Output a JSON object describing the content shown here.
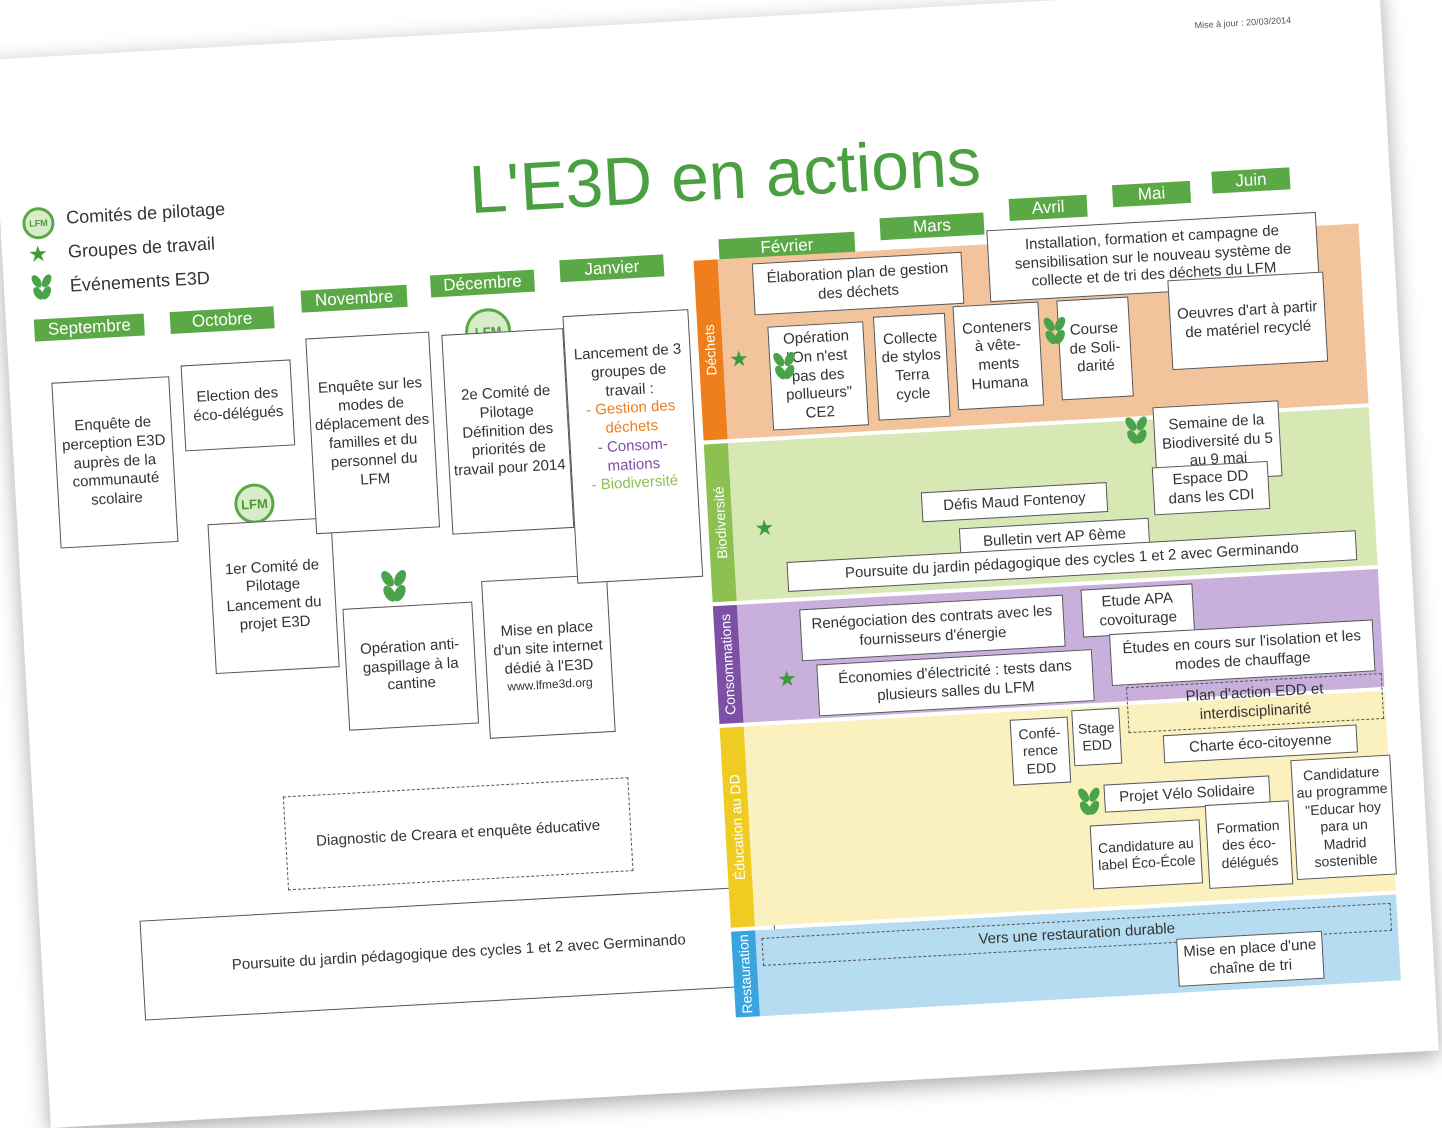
{
  "update": "Mise à jour : 20/03/2014",
  "title": "L'E3D en actions",
  "legend": {
    "comites": "Comités de pilotage",
    "groupes": "Groupes de travail",
    "evenements": "Événements E3D",
    "logo_text": "LFM"
  },
  "months": [
    "Septembre",
    "Octobre",
    "Novembre",
    "Décembre",
    "Janvier",
    "Février",
    "Mars",
    "Avril",
    "Mai",
    "Juin"
  ],
  "left": {
    "sept": "Enquête de perception E3D auprès de la communauté scolaire",
    "oct_election": "Election des éco-délégués",
    "oct_comite": "1er Comité de Pilotage Lancement du projet E3D",
    "nov_enquete": "Enquête sur les modes de déplacement des familles et du personnel du LFM",
    "nov_operation": "Opération anti-gaspillage à la cantine",
    "dec_comite": "2e Comité de Pilotage Définition des priorités de travail pour 2014",
    "dec_site": "Mise en place d'un site internet dédié à l'E3D",
    "dec_url": "www.lfme3d.org",
    "jan_title": "Lancement de 3 groupes de travail :",
    "jan_g1": "- Gestion des déchets",
    "jan_g2": "- Consom-mations",
    "jan_g3": "- Biodiversité",
    "diagnostic": "Diagnostic de Creara et enquête éducative",
    "jardin": "Poursuite du jardin pédagogique des cycles 1 et 2 avec Germinando"
  },
  "themes": {
    "dechets": "Déchets",
    "biodiversite": "Biodiversité",
    "consommations": "Consommations",
    "education": "Éducation au DD",
    "restauration": "Restauration"
  },
  "dechets": {
    "plan": "Élaboration plan de gestion des déchets",
    "installation": "Installation, formation et campagne de sensibilisation sur le nouveau système de collecte et de tri des déchets du LFM",
    "operation": "Opération \"On n'est pas des pollueurs\" CE2",
    "collecte": "Collecte de stylos Terra cycle",
    "conteners": "Conteners à vête-ments Humana",
    "course": "Course de Soli-darité",
    "oeuvres": "Oeuvres d'art à partir de matériel recyclé"
  },
  "biodiversite": {
    "semaine": "Semaine de la Biodiversité du 5 au 9 mai",
    "defis": "Défis Maud Fontenoy",
    "espace": "Espace DD dans les CDI",
    "bulletin": "Bulletin vert AP 6ème",
    "jardin": "Poursuite du jardin pédagogique des cycles 1 et 2 avec Germinando"
  },
  "consommations": {
    "renego": "Renégociation des contrats avec les fournisseurs d'énergie",
    "apa": "Etude APA covoiturage",
    "economies": "Économies d'électricité : tests dans plusieurs salles du LFM",
    "etudes": "Études en cours sur l'isolation et les modes de chauffage"
  },
  "education": {
    "conference": "Confé-rence EDD",
    "stage": "Stage EDD",
    "plan": "Plan d'action EDD et interdisciplinarité",
    "charte": "Charte éco-citoyenne",
    "velo": "Projet Vélo Solidaire",
    "candidature_label": "Candidature au label Éco-École",
    "formation": "Formation des éco-délégués",
    "educar": "Candidature au programme \"Educar hoy para un Madrid sostenible"
  },
  "restauration": {
    "vers": "Vers une restauration durable",
    "chaine": "Mise en place d'une chaîne de tri"
  },
  "colors": {
    "green": "#5aa946",
    "dechets": "#f3c49b",
    "dechets_lbl": "#ee7f1c",
    "biodiv": "#d7e8b4",
    "biodiv_lbl": "#8cc152",
    "conso": "#c9b0dc",
    "conso_lbl": "#7d4fa5",
    "edu": "#fbf1bf",
    "edu_lbl": "#f0cc23",
    "resto": "#b6dcf1",
    "resto_lbl": "#3aa4de"
  }
}
